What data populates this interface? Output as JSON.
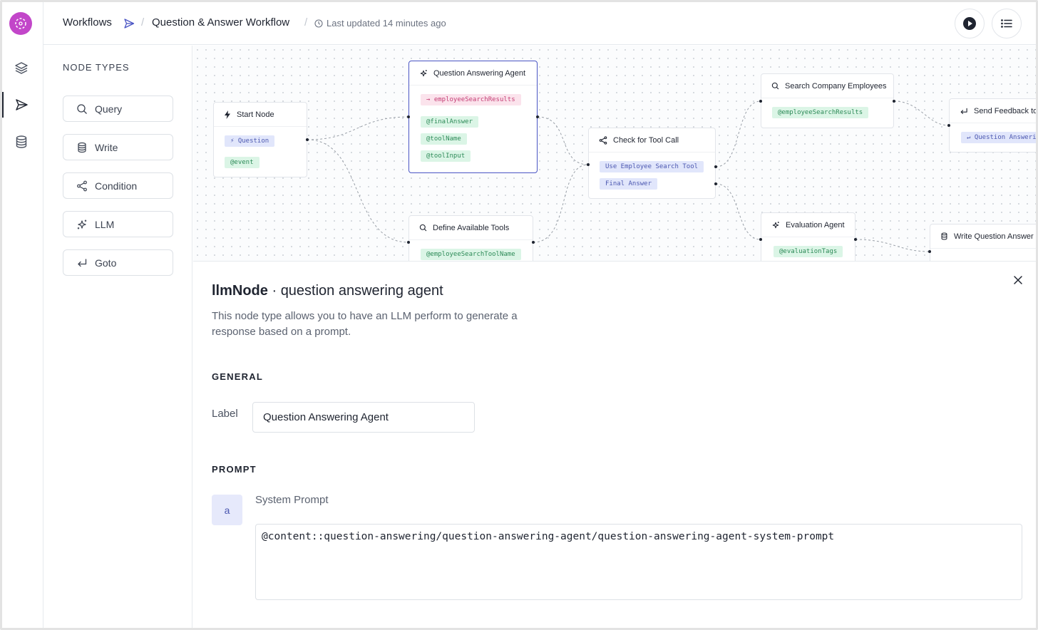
{
  "header": {
    "breadcrumb_root": "Workflows",
    "workflow_name": "Question & Answer Workflow",
    "last_updated": "Last updated 14 minutes ago"
  },
  "node_types": {
    "title": "NODE TYPES",
    "items": [
      {
        "label": "Query",
        "icon": "search-icon"
      },
      {
        "label": "Write",
        "icon": "database-icon"
      },
      {
        "label": "Condition",
        "icon": "share-icon"
      },
      {
        "label": "LLM",
        "icon": "sparkles-icon"
      },
      {
        "label": "Goto",
        "icon": "return-icon"
      }
    ]
  },
  "canvas": {
    "nodes": {
      "start": {
        "title": "Start Node",
        "outputs": [
          "Question",
          "@event"
        ]
      },
      "qa_agent": {
        "title": "Question Answering Agent",
        "input": "employeeSearchResults",
        "outputs": [
          "@finalAnswer",
          "@toolName",
          "@toolInput"
        ]
      },
      "check_tool": {
        "title": "Check for Tool Call",
        "outputs": [
          "Use Employee Search Tool",
          "Final Answer"
        ]
      },
      "define_tools": {
        "title": "Define Available Tools",
        "outputs": [
          "@employeeSearchToolName"
        ]
      },
      "search_employees": {
        "title": "Search Company Employees",
        "outputs": [
          "@employeeSearchResults"
        ]
      },
      "send_feedback": {
        "title": "Send Feedback to",
        "outputs": [
          "Question Answerin"
        ]
      },
      "evaluation": {
        "title": "Evaluation Agent",
        "outputs": [
          "@evaluationTags"
        ]
      },
      "write_answer": {
        "title": "Write Question Answer E"
      }
    }
  },
  "details": {
    "node_type": "llmNode",
    "separator": " · ",
    "node_name": "question answering agent",
    "description": "This node type allows you to have an LLM perform to generate a response based on a prompt.",
    "general_title": "GENERAL",
    "label_caption": "Label",
    "label_value": "Question Answering Agent",
    "prompt_title": "PROMPT",
    "prompt_avatar": "a",
    "system_prompt_label": "System Prompt",
    "system_prompt_value": "@content::question-answering/question-answering-agent/question-answering-agent-system-prompt"
  },
  "colors": {
    "brand": "#c246c9",
    "accent": "#4a55c4",
    "tag_green": "#dbf5e6",
    "tag_blue": "#e1e6fb",
    "tag_pink": "#fbe3ec"
  }
}
